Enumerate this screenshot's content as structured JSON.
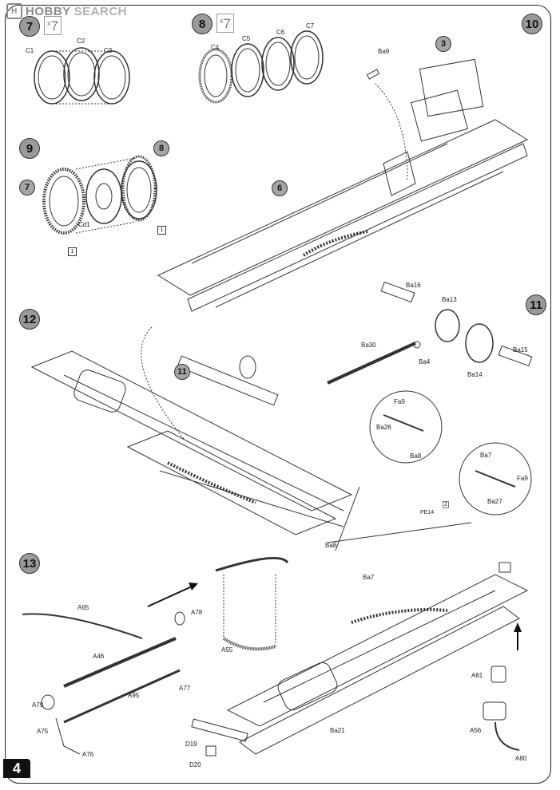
{
  "watermark": {
    "logo_mark": "H",
    "brand": "HOBBY",
    "suffix": "SEARCH"
  },
  "page_number": "4",
  "steps": [
    {
      "number": "7",
      "multiplier": "7",
      "multiplier_prefix": "x"
    },
    {
      "number": "8",
      "multiplier": "7",
      "multiplier_prefix": "x"
    },
    {
      "number": "9"
    },
    {
      "number": "10"
    },
    {
      "number": "11"
    },
    {
      "number": "12"
    },
    {
      "number": "13"
    }
  ],
  "step7_parts": [
    "C1",
    "C2",
    "C3"
  ],
  "step8_parts": [
    "C4",
    "C5",
    "C6",
    "C7"
  ],
  "step9": {
    "refs": [
      "8",
      "7"
    ],
    "part": "Cd1",
    "box_refs": [
      "1",
      "1"
    ]
  },
  "step10": {
    "refs": [
      "3",
      "6"
    ],
    "part": "Ba9"
  },
  "step11_parts": [
    "Ba16",
    "Ba13",
    "Ba30",
    "Ba4",
    "Ba15",
    "Ba14"
  ],
  "step12": {
    "ref": "11"
  },
  "detail_a": [
    "Fa9",
    "Ba26",
    "Ba8"
  ],
  "detail_b": [
    "Ba7",
    "Fa9",
    "Ba27"
  ],
  "photo_etch": {
    "part": "PE14",
    "qty": "2"
  },
  "step12_labels": [
    "Ba8",
    "Ba7"
  ],
  "step13_parts": [
    "A65",
    "A78",
    "A46",
    "A77",
    "A79",
    "A95",
    "A75",
    "A76"
  ],
  "step13_mid_parts": [
    "A55"
  ],
  "step13_chassis_parts": [
    "Ba21",
    "D19",
    "D20",
    "A81",
    "A56",
    "A80"
  ]
}
